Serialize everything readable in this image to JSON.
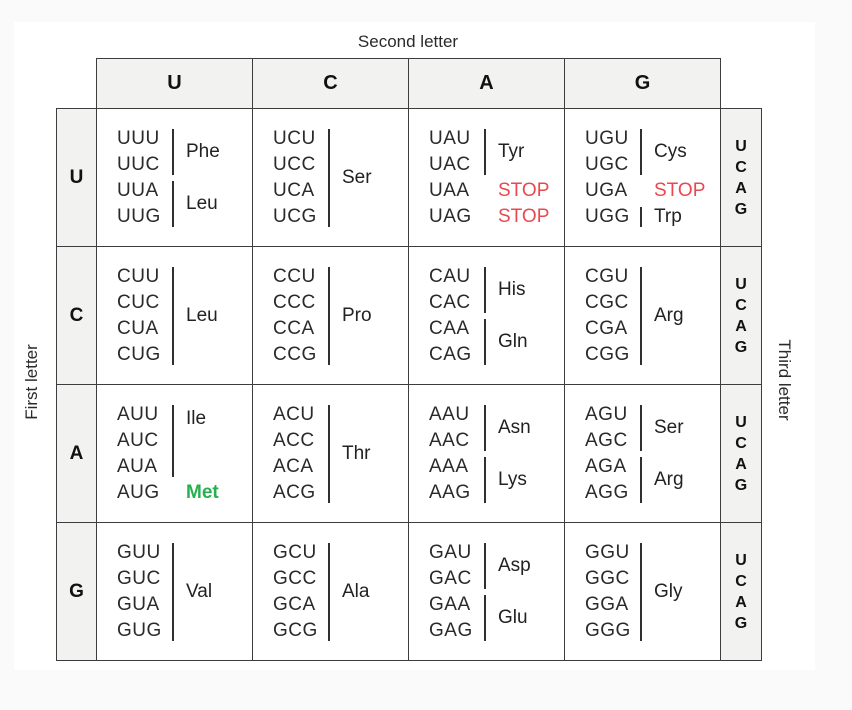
{
  "figure": {
    "axis_labels": {
      "second": "Second letter",
      "first": "First letter",
      "third": "Third letter"
    },
    "second_letters": [
      "U",
      "C",
      "A",
      "G"
    ],
    "third_letters": [
      "U",
      "C",
      "A",
      "G"
    ],
    "colors": {
      "stop_red": "#e8494f",
      "met_green": "#27b050",
      "header_gray": "#f2f2f0",
      "border": "#3d3d3d"
    },
    "rows": [
      {
        "first_letter": "U",
        "cells": [
          {
            "groups": [
              {
                "codons": [
                  "UUU",
                  "UUC"
                ],
                "label": "Phe",
                "bracket": true
              },
              {
                "codons": [
                  "UUA",
                  "UUG"
                ],
                "label": "Leu",
                "bracket": true
              }
            ]
          },
          {
            "groups": [
              {
                "codons": [
                  "UCU",
                  "UCC",
                  "UCA",
                  "UCG"
                ],
                "label": "Ser",
                "bracket": true
              }
            ]
          },
          {
            "groups": [
              {
                "codons": [
                  "UAU",
                  "UAC"
                ],
                "label": "Tyr",
                "bracket": true
              },
              {
                "codons": [
                  "UAA"
                ],
                "label": "STOP",
                "style": "stop"
              },
              {
                "codons": [
                  "UAG"
                ],
                "label": "STOP",
                "style": "stop"
              }
            ]
          },
          {
            "groups": [
              {
                "codons": [
                  "UGU",
                  "UGC"
                ],
                "label": "Cys",
                "bracket": true
              },
              {
                "codons": [
                  "UGA"
                ],
                "label": "STOP",
                "style": "stop"
              },
              {
                "codons": [
                  "UGG"
                ],
                "label": "Trp",
                "bracket": true
              }
            ]
          }
        ]
      },
      {
        "first_letter": "C",
        "cells": [
          {
            "groups": [
              {
                "codons": [
                  "CUU",
                  "CUC",
                  "CUA",
                  "CUG"
                ],
                "label": "Leu",
                "bracket": true
              }
            ]
          },
          {
            "groups": [
              {
                "codons": [
                  "CCU",
                  "CCC",
                  "CCA",
                  "CCG"
                ],
                "label": "Pro",
                "bracket": true
              }
            ]
          },
          {
            "groups": [
              {
                "codons": [
                  "CAU",
                  "CAC"
                ],
                "label": "His",
                "bracket": true
              },
              {
                "codons": [
                  "CAA",
                  "CAG"
                ],
                "label": "Gln",
                "bracket": true
              }
            ]
          },
          {
            "groups": [
              {
                "codons": [
                  "CGU",
                  "CGC",
                  "CGA",
                  "CGG"
                ],
                "label": "Arg",
                "bracket": true
              }
            ]
          }
        ]
      },
      {
        "first_letter": "A",
        "cells": [
          {
            "groups": [
              {
                "codons": [
                  "AUU",
                  "AUC",
                  "AUA"
                ],
                "label": "Ile",
                "bracket": true,
                "label_valign": "top"
              },
              {
                "codons": [
                  "AUG"
                ],
                "label": "Met",
                "style": "met"
              }
            ]
          },
          {
            "groups": [
              {
                "codons": [
                  "ACU",
                  "ACC",
                  "ACA",
                  "ACG"
                ],
                "label": "Thr",
                "bracket": true
              }
            ]
          },
          {
            "groups": [
              {
                "codons": [
                  "AAU",
                  "AAC"
                ],
                "label": "Asn",
                "bracket": true
              },
              {
                "codons": [
                  "AAA",
                  "AAG"
                ],
                "label": "Lys",
                "bracket": true
              }
            ]
          },
          {
            "groups": [
              {
                "codons": [
                  "AGU",
                  "AGC"
                ],
                "label": "Ser",
                "bracket": true
              },
              {
                "codons": [
                  "AGA",
                  "AGG"
                ],
                "label": "Arg",
                "bracket": true
              }
            ]
          }
        ]
      },
      {
        "first_letter": "G",
        "cells": [
          {
            "groups": [
              {
                "codons": [
                  "GUU",
                  "GUC",
                  "GUA",
                  "GUG"
                ],
                "label": "Val",
                "bracket": true
              }
            ]
          },
          {
            "groups": [
              {
                "codons": [
                  "GCU",
                  "GCC",
                  "GCA",
                  "GCG"
                ],
                "label": "Ala",
                "bracket": true
              }
            ]
          },
          {
            "groups": [
              {
                "codons": [
                  "GAU",
                  "GAC"
                ],
                "label": "Asp",
                "bracket": true
              },
              {
                "codons": [
                  "GAA",
                  "GAG"
                ],
                "label": "Glu",
                "bracket": true
              }
            ]
          },
          {
            "groups": [
              {
                "codons": [
                  "GGU",
                  "GGC",
                  "GGA",
                  "GGG"
                ],
                "label": "Gly",
                "bracket": true
              }
            ]
          }
        ]
      }
    ]
  }
}
